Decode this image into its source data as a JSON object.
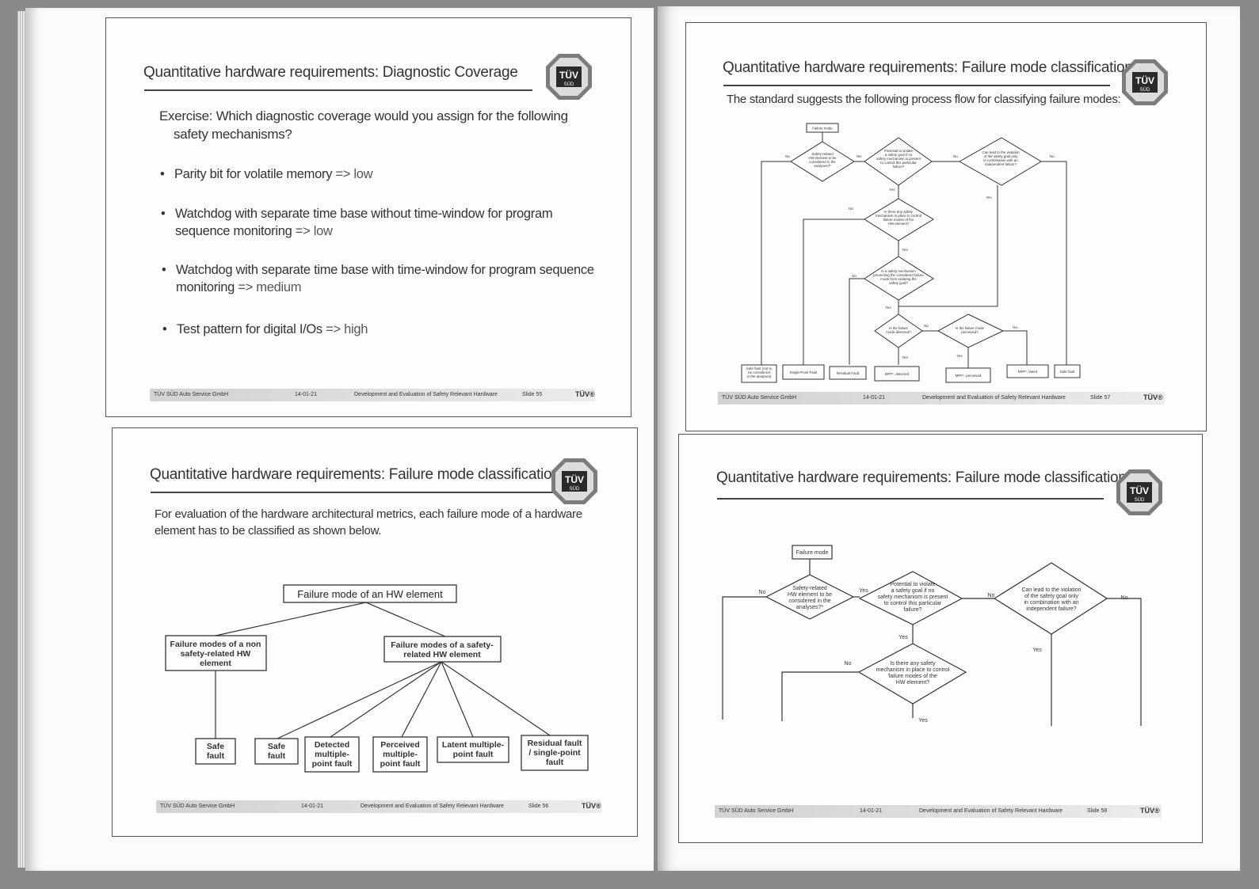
{
  "logo": {
    "top": "TÜV",
    "bottom": "SÜD"
  },
  "footer_common": {
    "company": "TÜV SÜD Auto Service GmbH",
    "date": "14-01-21",
    "course": "Development and Evaluation of Safety Relevant Hardware",
    "brand": "TÜV®"
  },
  "slide55": {
    "title": "Quantitative hardware requirements: Diagnostic Coverage",
    "question_line1": "Exercise: Which diagnostic coverage would you assign for the following",
    "question_line2": "safety mechanisms?",
    "bullets": [
      {
        "line1": "Parity bit for volatile memory",
        "answer": "=> low"
      },
      {
        "line1": "Watchdog with separate time base without time-window for program",
        "line2": "sequence monitoring",
        "answer": "=> low"
      },
      {
        "line1": "Watchdog with separate time base with time-window for program sequence",
        "line2": "monitoring",
        "answer": "=> medium"
      },
      {
        "line1": "Test pattern for digital I/Os",
        "answer": "=> high"
      }
    ],
    "slide_no": "Slide 55"
  },
  "slide56": {
    "title": "Quantitative hardware requirements: Failure mode classification",
    "intro_line1": "For evaluation of the hardware architectural metrics, each failure mode of a hardware",
    "intro_line2": "element has to be classified as shown below.",
    "root": "Failure mode of an HW element",
    "non_safety": [
      "Failure modes of a non",
      "safety-related HW",
      "element"
    ],
    "safety": [
      "Failure modes of a safety-",
      "related HW element"
    ],
    "leaf_non_safe": [
      "Safe",
      "fault"
    ],
    "leaves": [
      [
        "Safe",
        "fault"
      ],
      [
        "Detected",
        "multiple-",
        "point fault"
      ],
      [
        "Perceived",
        "multiple-",
        "point fault"
      ],
      [
        "Latent multiple-",
        "point fault"
      ],
      [
        "Residual fault",
        "/ single-point",
        "fault"
      ]
    ],
    "slide_no": "Slide 56"
  },
  "slide57": {
    "title": "Quantitative hardware requirements: Failure mode classification",
    "subtitle": "The standard suggests the following process flow for classifying failure modes:",
    "start": "Failure mode",
    "d1": [
      "Safety-related",
      "HW element to be",
      "considered in the",
      "analyses?*"
    ],
    "d2": [
      "Potential to violate",
      "a safety goal if no",
      "safety mechanism is present",
      "to control this particular",
      "failure?"
    ],
    "d3": [
      "Can lead to the violation",
      "of the safety goal only",
      "in combination with an",
      "independent failure?"
    ],
    "d4": [
      "Is there any safety",
      "mechanism in place to control",
      "failure modes of the",
      "HW element?"
    ],
    "d5": [
      "Is a safety mechanism",
      "preventing the considered failure",
      "mode from violating the",
      "safety goal?"
    ],
    "d6": [
      "Is the failure",
      "mode detected?"
    ],
    "d7": [
      "Is the failure mode",
      "perceived?"
    ],
    "outcomes": [
      [
        "Safe fault (not to",
        "be considered",
        "in the analyses)"
      ],
      [
        "Single-Point Fault"
      ],
      [
        "Residual Fault"
      ],
      [
        "MPF*, detected"
      ],
      [
        "MPF*, perceived"
      ],
      [
        "MPF*, latent"
      ],
      [
        "Safe fault"
      ]
    ],
    "yes": "Yes",
    "no": "No",
    "slide_no": "Slide 57"
  },
  "slide58": {
    "title": "Quantitative hardware requirements: Failure mode classification",
    "start": "Failure mode",
    "d1": [
      "Safety-related",
      "HW element to be",
      "considered in the",
      "analyses?*"
    ],
    "d2": [
      "Potential to violate",
      "a safety goal if no",
      "safety mechanism is present",
      "to control this particular",
      "failure?"
    ],
    "d3": [
      "Can lead to the violation",
      "of the safety goal only",
      "in combination with an",
      "independent failure?"
    ],
    "d4": [
      "Is there any safety",
      "mechanism in place to control",
      "failure modes of the",
      "HW element?"
    ],
    "yes": "Yes",
    "no": "No",
    "slide_no": "Slide 58"
  }
}
